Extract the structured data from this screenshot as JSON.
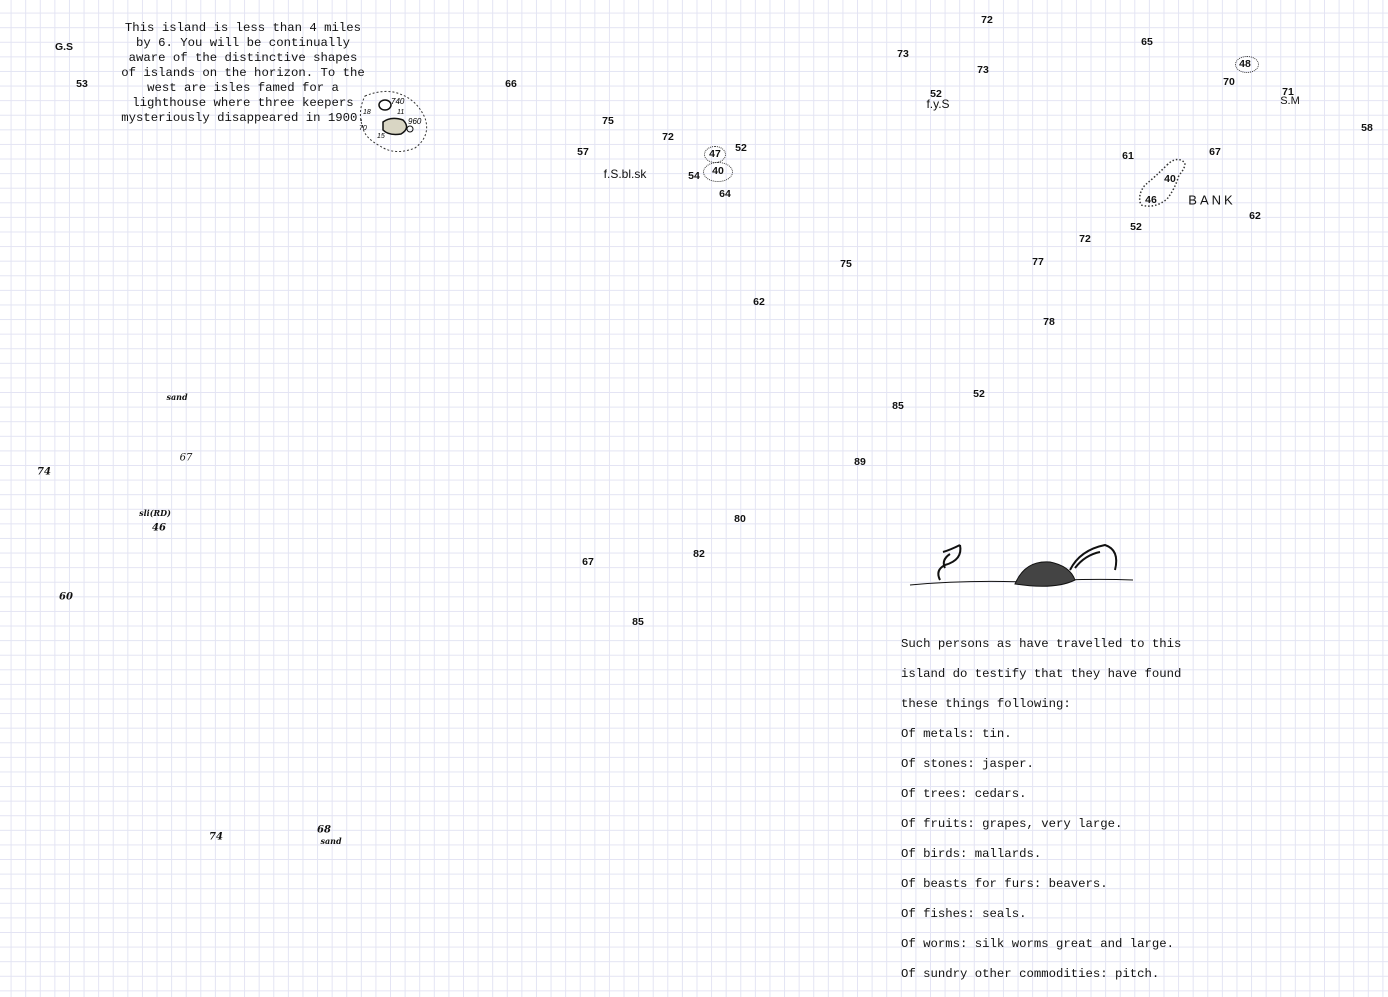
{
  "notes": {
    "top": "This island is less than 4 miles by 6. You will be continually aware of the distinctive shapes of islands on the horizon. To the west are isles famed for a lighthouse where three keepers mysteriously disappeared in 1900.",
    "bottom": [
      "Such persons as have travelled to this",
      "island do testify that they have found",
      "these things following:",
      "Of metals: tin.",
      "Of stones: jasper.",
      "Of trees: cedars.",
      "Of fruits: grapes, very large.",
      "Of birds: mallards.",
      "Of beasts for furs: beavers.",
      "Of fishes: seals.",
      "Of worms: silk worms great and large.",
      "Of sundry other commodities: pitch."
    ]
  },
  "island_labels": [
    "740",
    "18",
    "11",
    "960",
    "70",
    "15"
  ],
  "soundings": [
    "G.S",
    "53",
    "66",
    "75",
    "72",
    "57",
    "52",
    "47",
    "40",
    "54",
    "64",
    "f.S.bl.sk",
    "72",
    "73",
    "73",
    "52",
    "f.y.S",
    "65",
    "48",
    "70",
    "71",
    "S.M",
    "58",
    "61",
    "67",
    "40",
    "46",
    "BANK",
    "52",
    "62",
    "72",
    "77",
    "75",
    "62",
    "78",
    "52",
    "85",
    "89",
    "80",
    "82",
    "67",
    "85",
    "sand",
    "67",
    "74",
    "sli(RD)",
    "46",
    "60",
    "74",
    "68",
    "sand"
  ],
  "colors": {
    "grid": "#e3e4f3",
    "ink": "#111111"
  }
}
